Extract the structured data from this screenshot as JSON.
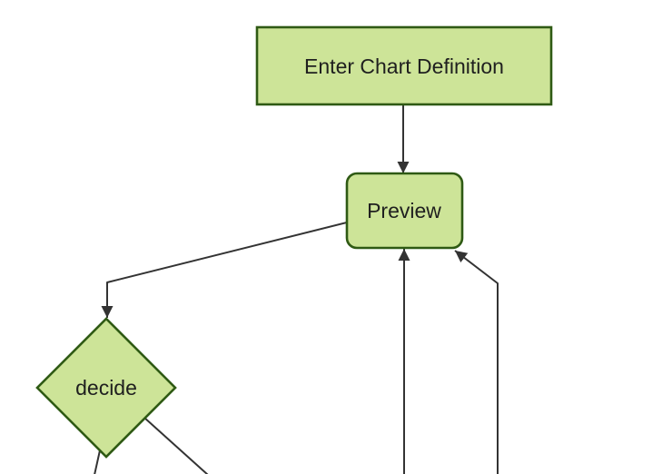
{
  "diagram": {
    "type": "flowchart-top-down",
    "colors": {
      "background": "#ffffff",
      "node_fill": "#cde498",
      "node_border": "#2f5a14",
      "edge_color": "#333333",
      "text_color": "#1f1f1f"
    },
    "nodes": [
      {
        "id": "enter-chart-definition",
        "label": "Enter Chart Definition",
        "shape": "rectangle"
      },
      {
        "id": "preview",
        "label": "Preview",
        "shape": "rounded-rectangle"
      },
      {
        "id": "decide",
        "label": "decide",
        "shape": "diamond"
      }
    ],
    "edges": [
      {
        "from": "enter-chart-definition",
        "to": "preview",
        "arrowhead": true
      },
      {
        "from": "preview",
        "to": "decide",
        "arrowhead": true
      },
      {
        "from": "offscreen-bottom-center",
        "to": "preview",
        "arrowhead": true
      },
      {
        "from": "offscreen-bottom-right",
        "to": "preview",
        "arrowhead": true
      },
      {
        "from": "decide",
        "to": "offscreen-bottom-left",
        "arrowhead": false
      },
      {
        "from": "decide",
        "to": "offscreen-bottom-right",
        "arrowhead": false
      }
    ]
  }
}
